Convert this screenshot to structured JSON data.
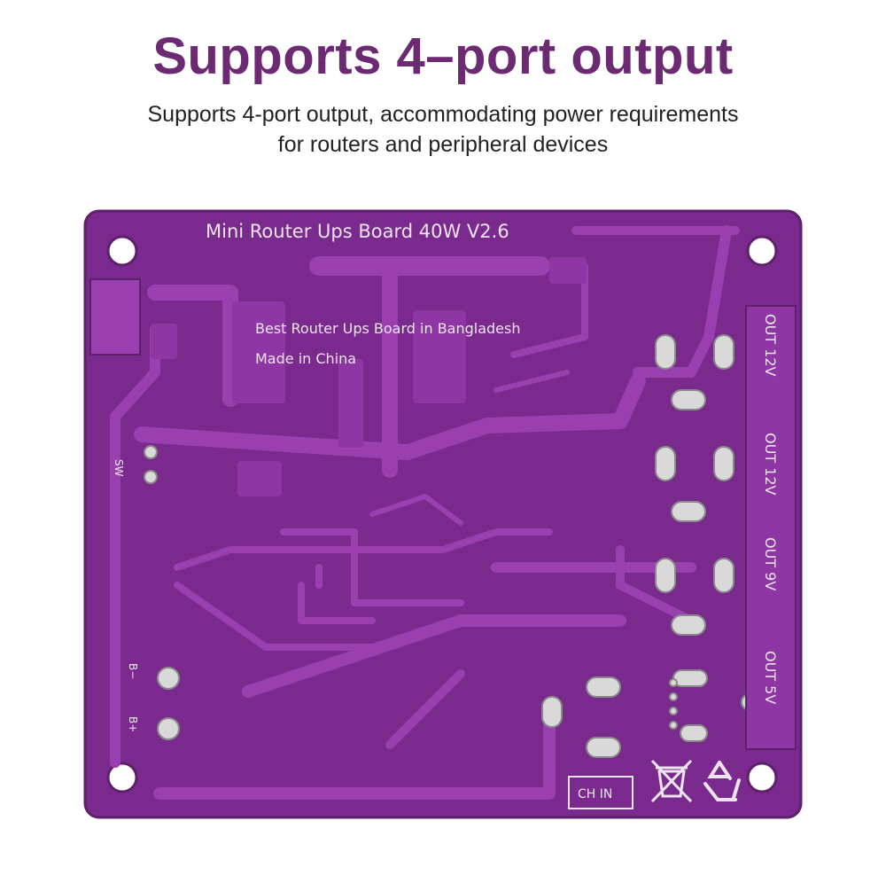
{
  "headline": "Supports 4–port output",
  "subtitle": {
    "line1": "Supports 4-port output, accommodating power requirements",
    "line2": "for routers and peripheral devices"
  },
  "board": {
    "title": "Mini  Router  Ups  Board  40W  V2.6",
    "slogan": "Best  Router  Ups  Board  in  Bangladesh",
    "made_in": "Made  in  China",
    "labels": {
      "sw": "SW",
      "b_minus": "B−",
      "b_plus": "B+",
      "ch_in": "CH  IN"
    },
    "outputs": [
      "OUT 12V",
      "OUT 12V",
      "OUT 9V",
      "OUT 5V"
    ]
  },
  "colors": {
    "headline": "#6b2a72",
    "board": "#7a2a8c",
    "trace": "#9a3fb0",
    "silkscreen": "#ece4ee",
    "pad": "#d9d9d9"
  },
  "icons": [
    "weee-crossed-bin-icon",
    "recycle-icon"
  ]
}
